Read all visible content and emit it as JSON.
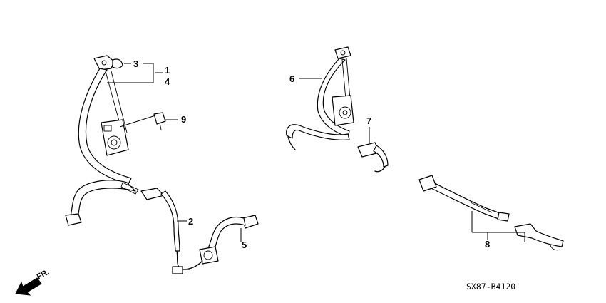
{
  "callouts": {
    "c1": "1",
    "c2": "2",
    "c3": "3",
    "c4": "4",
    "c5": "5",
    "c6": "6",
    "c7": "7",
    "c8": "8",
    "c9": "9"
  },
  "front_arrow_label": "FR.",
  "diagram_code": "SX87-B4120",
  "icons": {
    "front_arrow": "arrow-pointing-down-left"
  }
}
